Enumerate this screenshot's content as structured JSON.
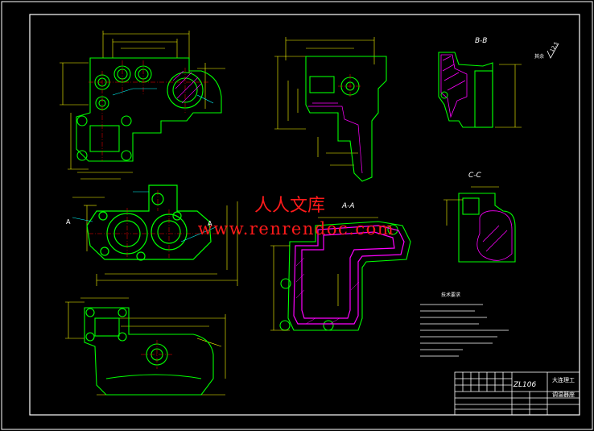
{
  "colors": {
    "background": "#000000",
    "frame": "#ffffff",
    "outline": "#00ff00",
    "dimension": "#ffff00",
    "annotation": "#00ffff",
    "hatch": "#ff00ff",
    "centerline": "#ff0000",
    "watermark": "#ff1a1a"
  },
  "watermark": {
    "chinese": "人人文库",
    "url": "www.renrendoc.com"
  },
  "views": {
    "section_bb": "B-B",
    "section_cc": "C-C",
    "section_aa": "A-A",
    "marker_a1": "A",
    "marker_a2": "A"
  },
  "surface_finish": {
    "value": "12.5",
    "label": "其余"
  },
  "notes": {
    "title": "技术要求"
  },
  "title_block": {
    "part_code": "ZL106",
    "school": "大连理工",
    "part_name": "调温器座"
  }
}
